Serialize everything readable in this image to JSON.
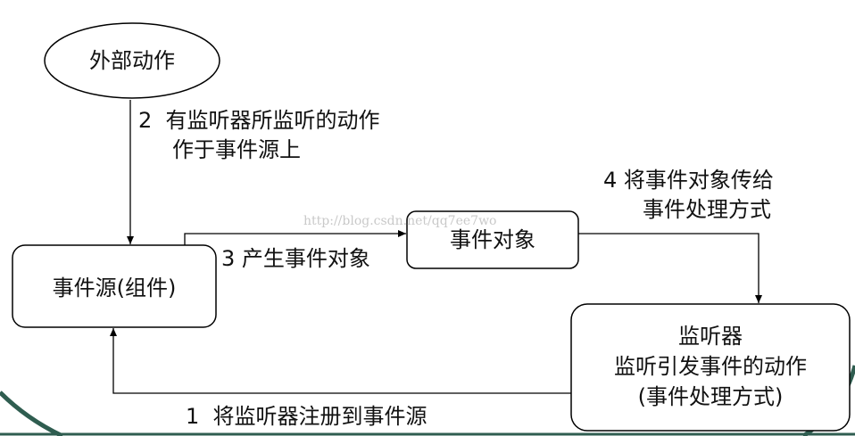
{
  "nodes": {
    "external_action": "外部动作",
    "event_source": "事件源(组件)",
    "event_object": "事件对象",
    "listener": {
      "line1": "监听器",
      "line2": "监听引发事件的动作",
      "line3": "(事件处理方式)"
    }
  },
  "labels": {
    "step2_line1": "2  有监听器所监听的动作",
    "step2_line2": "作于事件源上",
    "step3": "3 产生事件对象",
    "step4_line1": "4 将事件对象传给",
    "step4_line2": "事件处理方式",
    "step1": "1  将监听器注册到事件源"
  },
  "watermark": "http://blog.csdn.net/qq7ee7wo",
  "colors": {
    "frame": "#2f5d50",
    "line": "#000000"
  }
}
